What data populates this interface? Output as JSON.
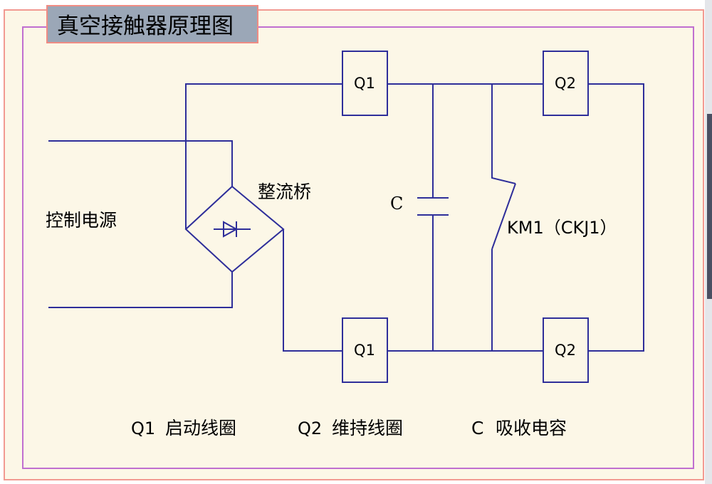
{
  "title": "真空接触器原理图",
  "colors": {
    "paper": "#fcf7e7",
    "wire": "#2e2e9a",
    "frame_outer": "#f29a92",
    "frame_inner": "#c06fd0",
    "title_bg": "#9ba7b7"
  },
  "labels": {
    "power_source": "控制电源",
    "rectifier_bridge": "整流桥",
    "capacitor": "C",
    "switch": "KM1（CKJ1）",
    "q1": "Q1",
    "q2": "Q2"
  },
  "legend": [
    {
      "symbol": "Q1",
      "text": "启动线圈"
    },
    {
      "symbol": "Q2",
      "text": "维持线圈"
    },
    {
      "symbol": "C",
      "text": "吸收电容"
    }
  ]
}
